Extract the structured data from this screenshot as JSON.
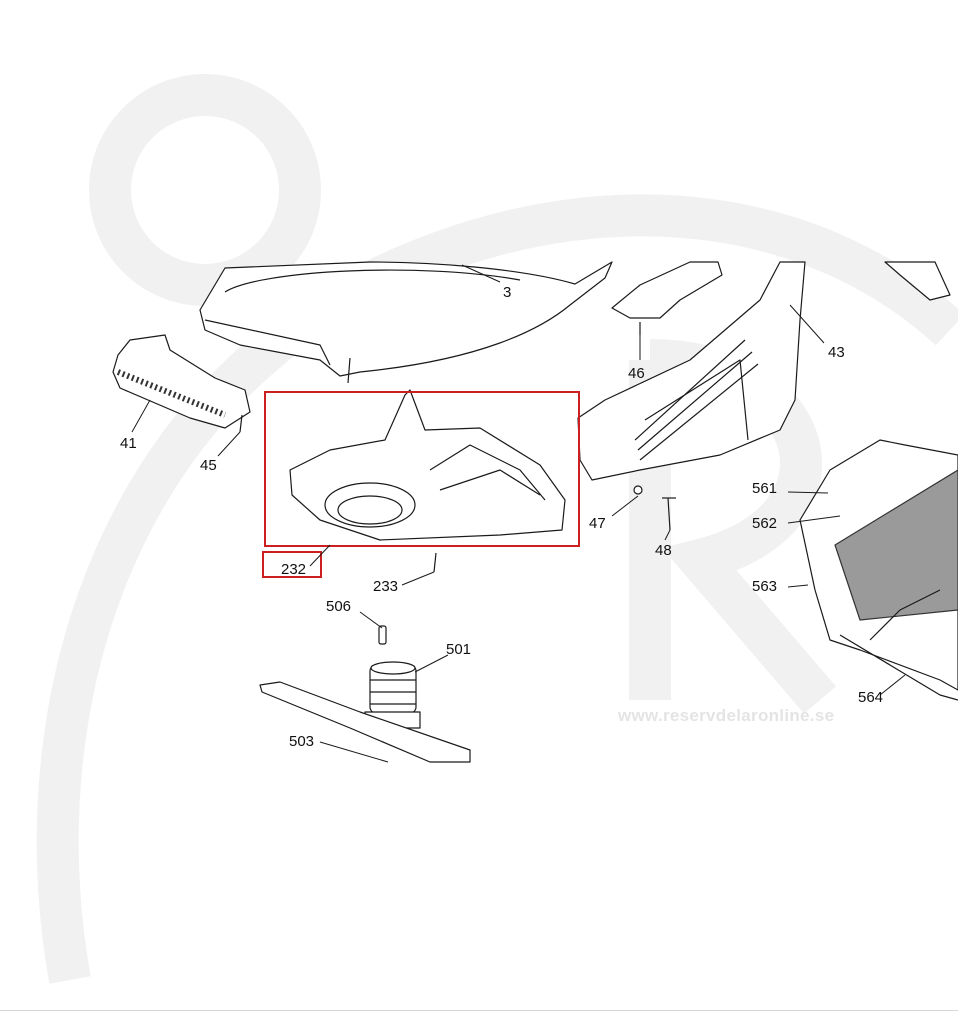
{
  "watermark": {
    "site": "www.reservdelaronline.se"
  },
  "highlight": {
    "color": "#cc1f1f",
    "part": "232"
  },
  "parts": {
    "p3": "3",
    "p41": "41",
    "p43": "43",
    "p45": "45",
    "p46": "46",
    "p47": "47",
    "p48": "48",
    "p232": "232",
    "p233": "233",
    "p501": "501",
    "p503": "503",
    "p506": "506",
    "p561": "561",
    "p562": "562",
    "p563": "563",
    "p564": "564"
  }
}
